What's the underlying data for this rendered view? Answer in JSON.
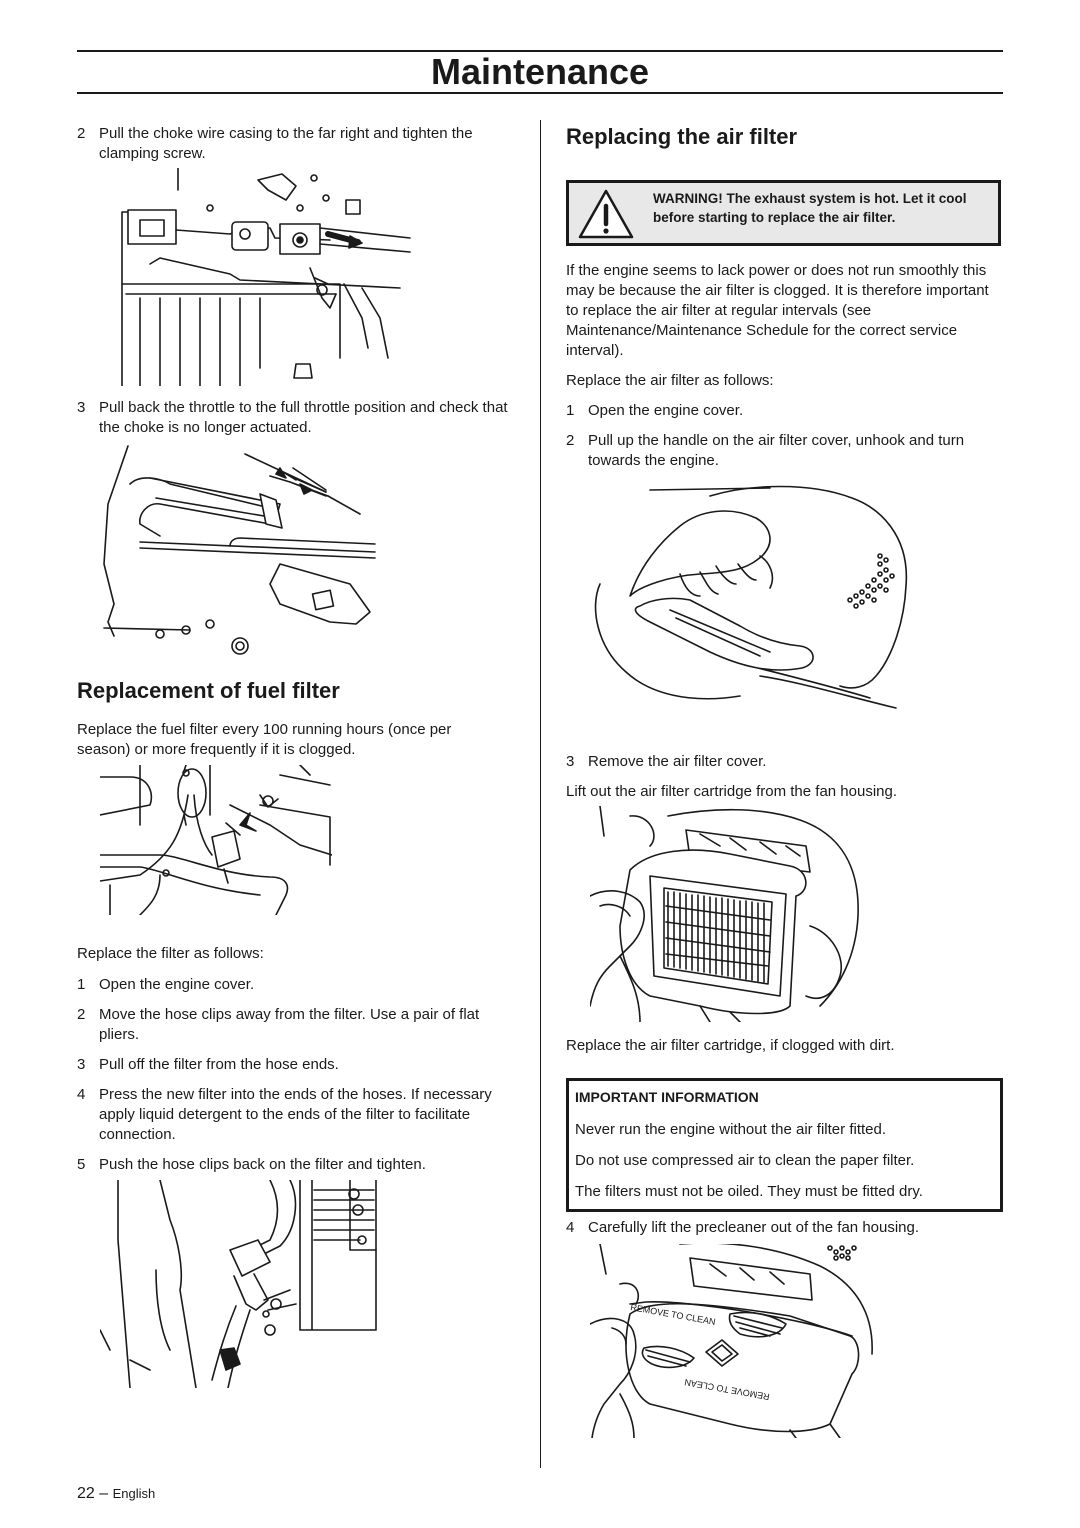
{
  "header": {
    "title": "Maintenance"
  },
  "left": {
    "step2": {
      "num": "2",
      "text": "Pull the choke wire casing to the far right and tighten the clamping screw."
    },
    "step3": {
      "num": "3",
      "text": "Pull back the throttle to the full throttle position and check that the choke is no longer actuated."
    },
    "fuel_heading": "Replacement of fuel filter",
    "fuel_intro": "Replace the fuel filter every 100 running hours (once per season) or more frequently if it is clogged.",
    "filter_intro": "Replace the filter as follows:",
    "steps": [
      {
        "num": "1",
        "text": "Open the engine cover."
      },
      {
        "num": "2",
        "text": "Move the hose clips away from the filter. Use a pair of flat pliers."
      },
      {
        "num": "3",
        "text": "Pull off the filter from the hose ends."
      },
      {
        "num": "4",
        "text": "Press the new filter into the ends of the hoses. If necessary apply liquid detergent to the ends of the filter to facilitate connection."
      },
      {
        "num": "5",
        "text": "Push the hose clips back on the filter and tighten."
      }
    ]
  },
  "right": {
    "air_heading": "Replacing the air filter",
    "warning": "WARNING! The exhaust system is hot. Let it cool before starting to replace the air filter.",
    "intro": "If the engine seems to lack power or does not run smoothly this may be because the air filter is clogged. It is therefore important to replace the air filter at regular intervals (see Maintenance/Maintenance Schedule for the correct service interval).",
    "replace_intro": "Replace the air filter as follows:",
    "step1": {
      "num": "1",
      "text": "Open the engine cover."
    },
    "step2": {
      "num": "2",
      "text": "Pull up the handle on the air filter cover, unhook and turn towards the engine."
    },
    "step3": {
      "num": "3",
      "text": "Remove the air filter cover."
    },
    "lift_text": "Lift out the air filter cartridge from the fan housing.",
    "cartridge_text": "Replace the air filter cartridge, if clogged with dirt.",
    "important": {
      "heading": "IMPORTANT INFORMATION",
      "lines": [
        "Never run the engine without the air filter fitted.",
        "Do not use compressed air to clean the paper filter.",
        "The filters must not be oiled. They must be fitted dry."
      ]
    },
    "step4": {
      "num": "4",
      "text": "Carefully lift the precleaner out of the fan housing."
    },
    "precleaner_label_1": "REMOVE TO CLEAN",
    "precleaner_label_2": "REMOVE TO CLEAN"
  },
  "footer": {
    "page": "22",
    "dash": "–",
    "language": "English"
  },
  "icons": {
    "warning": "warning-triangle-icon"
  }
}
